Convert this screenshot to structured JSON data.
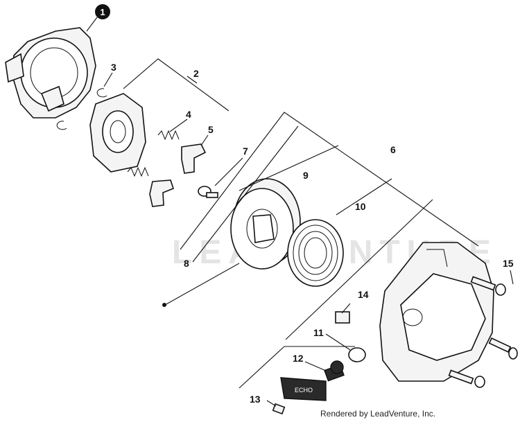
{
  "callout": {
    "label": "1"
  },
  "part_numbers": {
    "p2": "2",
    "p3": "3",
    "p4": "4",
    "p5": "5",
    "p6": "6",
    "p7": "7",
    "p8": "8",
    "p9": "9",
    "p10": "10",
    "p11": "11",
    "p12": "12",
    "p13": "13",
    "p14": "14",
    "p15": "15"
  },
  "watermark": "LEADVENTURE",
  "handle_text": "ECHO",
  "credit": "Rendered by LeadVenture, Inc.",
  "colors": {
    "line": "#111111",
    "fill": "#f4f4f4",
    "handle": "#2a2a2a"
  }
}
